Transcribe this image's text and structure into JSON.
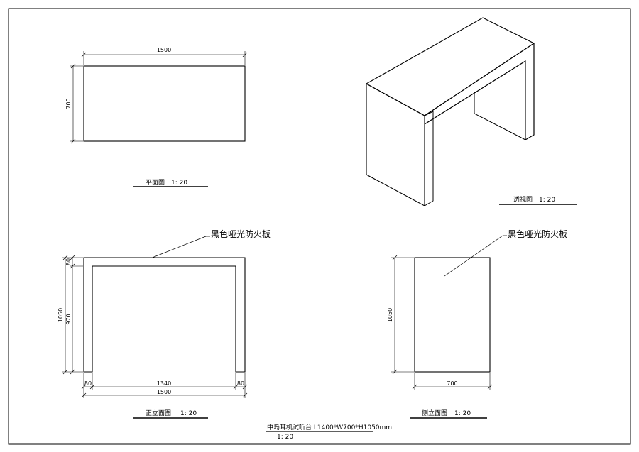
{
  "views": {
    "plan": {
      "title": "平面图",
      "scale": "1: 20",
      "width": "1500",
      "depth": "700"
    },
    "perspective": {
      "title": "透视图",
      "scale": "1: 20"
    },
    "front": {
      "title": "正立面图",
      "scale": "1: 20",
      "material": "黑色哑光防火板",
      "top_thickness": "80",
      "height": "1050",
      "clear_height": "970",
      "leg_left": "80",
      "inner_span": "1340",
      "leg_right": "80",
      "width": "1500"
    },
    "side": {
      "title": "侧立面图",
      "scale": "1: 20",
      "material": "黑色哑光防火板",
      "height": "1050",
      "depth": "700"
    }
  },
  "sheet": {
    "title": "中岛耳机试听台 L1400*W700*H1050mm",
    "scale": "1: 20"
  }
}
